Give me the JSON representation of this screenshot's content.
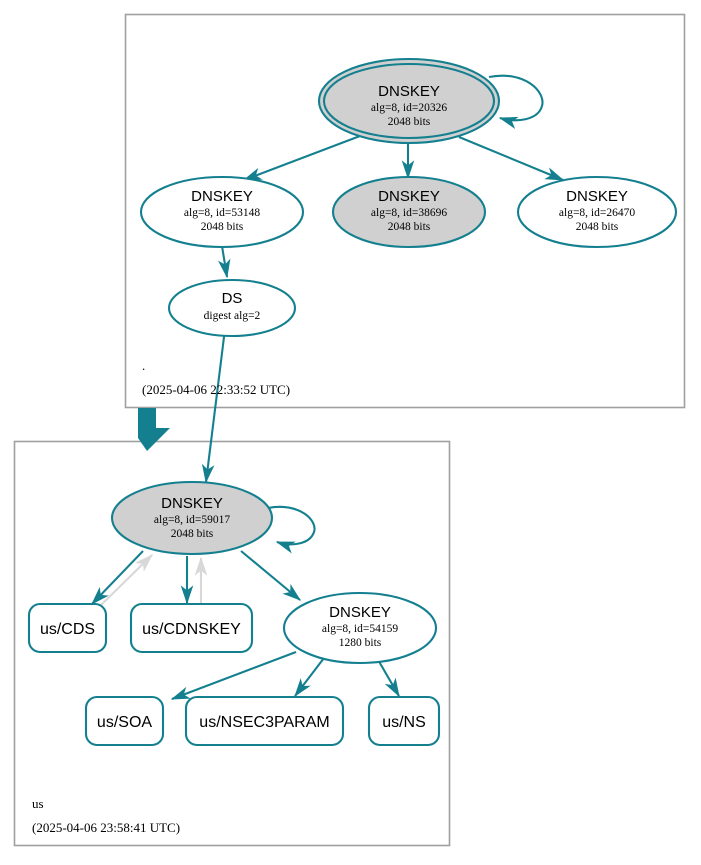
{
  "diagram": {
    "type": "dnssec-authentication-chain",
    "colors": {
      "edge_teal": "#14808f",
      "node_stroke": "#14808f",
      "node_fill_shaded": "#d0d0d0",
      "node_fill_plain": "#ffffff",
      "zone_border": "#a0a0a0",
      "gray_edge": "#d8d8d8",
      "text": "#000000"
    },
    "zones": [
      {
        "id": "root",
        "name": ".",
        "timestamp": "(2025-04-06 22:33:52 UTC)",
        "nodes": [
          {
            "id": "ksk-20326",
            "shape": "double-ellipse",
            "fill": "shaded",
            "title": "DNSKEY",
            "line2": "alg=8, id=20326",
            "line3": "2048 bits",
            "self_signed": true
          },
          {
            "id": "zsk-53148",
            "shape": "ellipse",
            "fill": "plain",
            "title": "DNSKEY",
            "line2": "alg=8, id=53148",
            "line3": "2048 bits",
            "self_signed": false
          },
          {
            "id": "zsk-38696",
            "shape": "ellipse",
            "fill": "shaded",
            "title": "DNSKEY",
            "line2": "alg=8, id=38696",
            "line3": "2048 bits",
            "self_signed": false
          },
          {
            "id": "zsk-26470",
            "shape": "ellipse",
            "fill": "plain",
            "title": "DNSKEY",
            "line2": "alg=8, id=26470",
            "line3": "2048 bits",
            "self_signed": false
          },
          {
            "id": "ds-node",
            "shape": "ellipse",
            "fill": "plain",
            "title": "DS",
            "line2": "digest alg=2",
            "line3": "",
            "self_signed": false
          }
        ]
      },
      {
        "id": "us",
        "name": "us",
        "timestamp": "(2025-04-06 23:58:41 UTC)",
        "nodes": [
          {
            "id": "us-ksk-59017",
            "shape": "ellipse",
            "fill": "shaded",
            "title": "DNSKEY",
            "line2": "alg=8, id=59017",
            "line3": "2048 bits",
            "self_signed": true
          },
          {
            "id": "us-zsk-54159",
            "shape": "ellipse",
            "fill": "plain",
            "title": "DNSKEY",
            "line2": "alg=8, id=54159",
            "line3": "1280 bits",
            "self_signed": false
          }
        ],
        "rrsets": [
          {
            "id": "us-cds",
            "label": "us/CDS"
          },
          {
            "id": "us-cdnskey",
            "label": "us/CDNSKEY"
          },
          {
            "id": "us-soa",
            "label": "us/SOA"
          },
          {
            "id": "us-nsec3param",
            "label": "us/NSEC3PARAM"
          },
          {
            "id": "us-ns",
            "label": "us/NS"
          }
        ]
      }
    ]
  }
}
